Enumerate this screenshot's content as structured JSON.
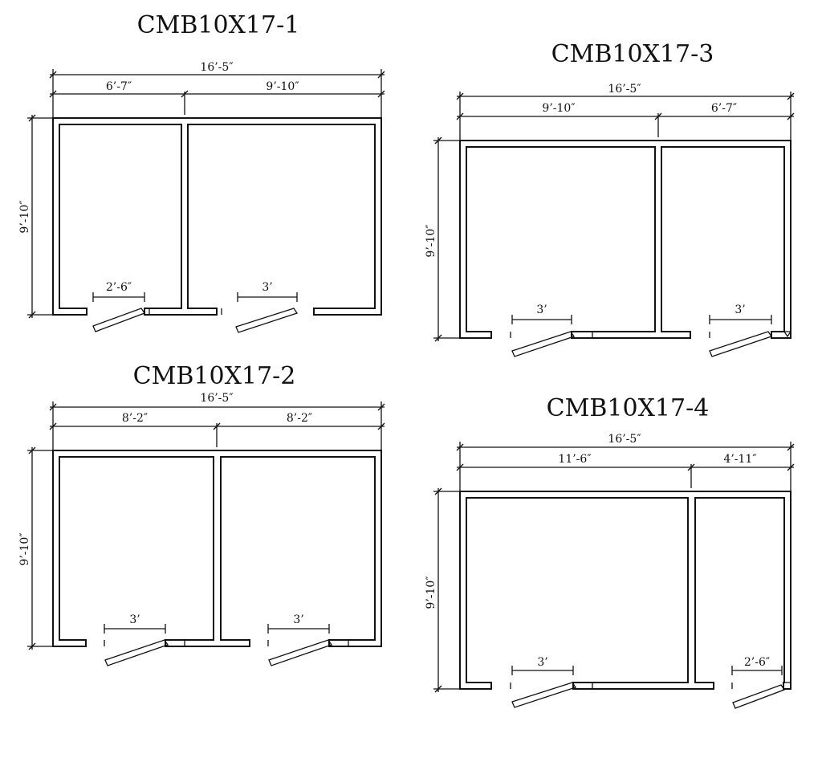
{
  "plans": [
    {
      "title": "CMB10X17-1",
      "total_width": "16’-5″",
      "height": "9’-10″",
      "room_widths": [
        "6’-7″",
        "9’-10″"
      ],
      "doors": [
        "2’-6″",
        "3’"
      ]
    },
    {
      "title": "CMB10X17-3",
      "total_width": "16’-5″",
      "height": "9’-10″",
      "room_widths": [
        "9’-10″",
        "6’-7″"
      ],
      "doors": [
        "3’",
        "3’"
      ]
    },
    {
      "title": "CMB10X17-2",
      "total_width": "16’-5″",
      "height": "9’-10″",
      "room_widths": [
        "8’-2″",
        "8’-2″"
      ],
      "doors": [
        "3’",
        "3’"
      ]
    },
    {
      "title": "CMB10X17-4",
      "total_width": "16’-5″",
      "height": "9’-10″",
      "room_widths": [
        "11’-6″",
        "4’-11″"
      ],
      "doors": [
        "3’",
        "2’-6″"
      ]
    }
  ]
}
